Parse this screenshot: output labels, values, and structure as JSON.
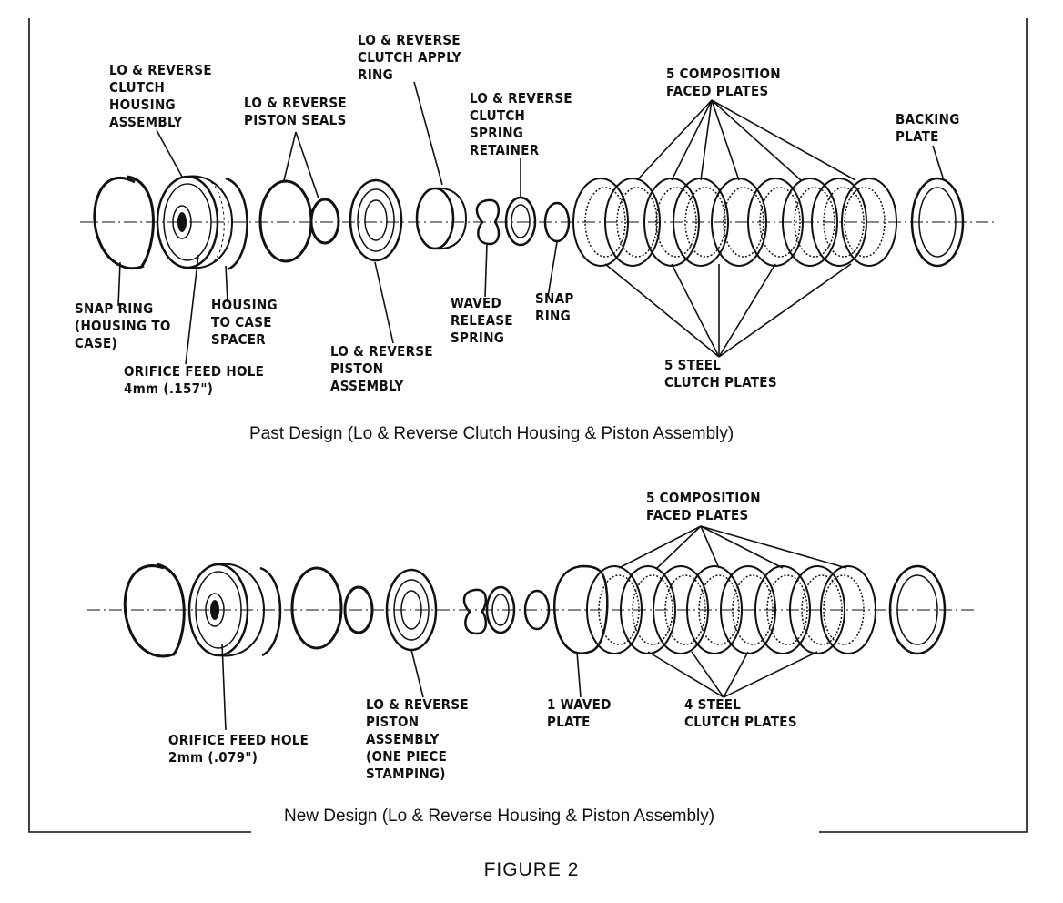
{
  "figure_label": "FIGURE 2",
  "past_design": {
    "caption": "Past Design (Lo & Reverse Clutch Housing & Piston Assembly)",
    "labels": {
      "housing_assembly": [
        "LO & REVERSE",
        "CLUTCH",
        "HOUSING",
        "ASSEMBLY"
      ],
      "piston_seals": [
        "LO & REVERSE",
        "PISTON SEALS"
      ],
      "apply_ring": [
        "LO & REVERSE",
        "CLUTCH APPLY",
        "RING"
      ],
      "spring_retainer": [
        "LO & REVERSE",
        "CLUTCH",
        "SPRING",
        "RETAINER"
      ],
      "composition_plates": [
        "5 COMPOSITION",
        "FACED PLATES"
      ],
      "backing_plate": [
        "BACKING",
        "PLATE"
      ],
      "snap_ring_case": [
        "SNAP RING",
        "(HOUSING TO",
        "CASE)"
      ],
      "housing_spacer": [
        "HOUSING",
        "TO CASE",
        "SPACER"
      ],
      "orifice": [
        "ORIFICE FEED HOLE",
        "4mm (.157\")"
      ],
      "piston_assembly": [
        "LO & REVERSE",
        "PISTON",
        "ASSEMBLY"
      ],
      "waved_spring": [
        "WAVED",
        "RELEASE",
        "SPRING"
      ],
      "snap_ring": [
        "SNAP",
        "RING"
      ],
      "steel_plates": [
        "5 STEEL",
        "CLUTCH PLATES"
      ]
    }
  },
  "new_design": {
    "caption": "New Design (Lo & Reverse Housing & Piston Assembly)",
    "labels": {
      "composition_plates": [
        "5 COMPOSITION",
        "FACED PLATES"
      ],
      "orifice": [
        "ORIFICE FEED HOLE",
        "2mm (.079\")"
      ],
      "piston_assembly": [
        "LO & REVERSE",
        "PISTON",
        "ASSEMBLY",
        "(ONE PIECE",
        "STAMPING)"
      ],
      "waved_plate": [
        "1 WAVED",
        "PLATE"
      ],
      "steel_plates": [
        "4 STEEL",
        "CLUTCH PLATES"
      ]
    }
  }
}
